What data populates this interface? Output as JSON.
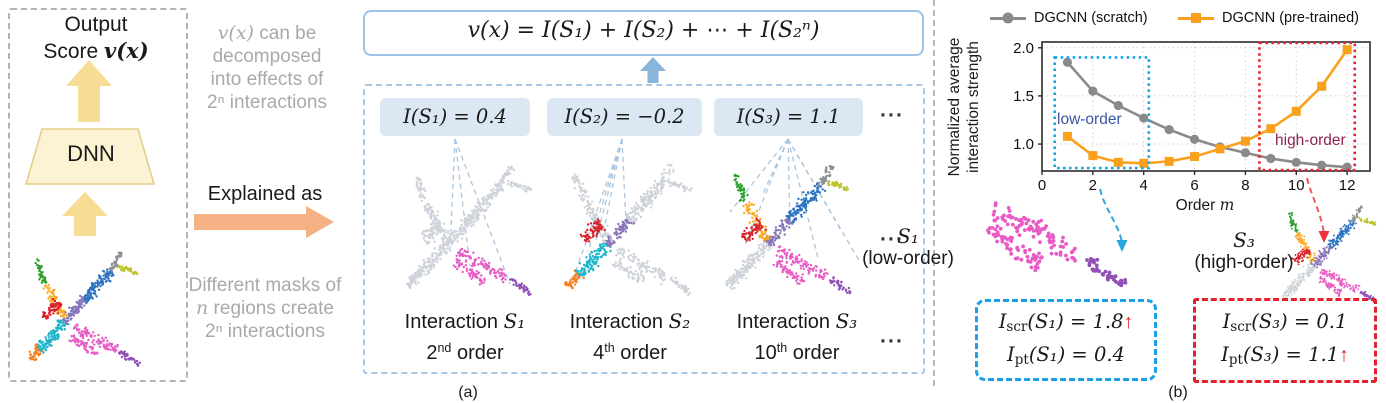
{
  "colors": {
    "orange": "#f58220",
    "cyan": "#21b6c9",
    "purple": "#8976ba",
    "blue": "#2e74c0",
    "red": "#d8242c",
    "yellow": "#fbaa1f",
    "green": "#2fa12e",
    "magenta": "#e85bc4",
    "violet": "#8f4fb5",
    "olive": "#bcc22e",
    "tailgray": "#8a9097",
    "lightgray": "#ced3da",
    "yellow_arrow": "#f7dc94",
    "trapezoid_fill": "#fcf3d5",
    "trapezoid_stroke": "#e3cb87",
    "orange_arrow": "#f4b183",
    "blue_arrow": "#8ab5da",
    "fan_line": "#aac6df",
    "connector_blue": "#2aa7e0",
    "connector_red": "#ef5661"
  },
  "panel_a": {
    "caption": "(a)",
    "output_line1": "Output",
    "output_line2_prefix": "Score ",
    "output_line2_math": "v(x)",
    "dnn": "DNN",
    "note_top_math": "v(x)",
    "note_top_rest": " can be",
    "note_top_l2": "decomposed",
    "note_top_l3": "into effects of",
    "note_top_l4": "2ⁿ interactions",
    "explained": "Explained as",
    "note_bottom_l1": "Different masks of",
    "note_bottom_l2_math": "n",
    "note_bottom_l2_rest": " regions create",
    "note_bottom_l3": "2ⁿ interactions",
    "formula": "v(x) = I(S₁) + I(S₂) + ⋯ + I(S₂ⁿ)",
    "ellipsis": "···",
    "interactions": [
      {
        "value": "I(S₁) = 0.4",
        "name_prefix": "Interaction ",
        "name_math": "S₁",
        "order_num": "2",
        "order_sup": "nd",
        "order_rest": " order"
      },
      {
        "value": "I(S₂) = −0.2",
        "name_prefix": "Interaction ",
        "name_math": "S₂",
        "order_num": "4",
        "order_sup": "th",
        "order_rest": " order"
      },
      {
        "value": "I(S₃) = 1.1",
        "name_prefix": "Interaction ",
        "name_math": "S₃",
        "order_num": "10",
        "order_sup": "th",
        "order_rest": " order"
      }
    ]
  },
  "chart_data": {
    "type": "line",
    "title": "",
    "ylabel_line1": "Normalized average",
    "ylabel_line2": "interaction strength",
    "xlabel_prefix": "Order ",
    "xlabel_math": "m",
    "x": [
      1,
      2,
      3,
      4,
      5,
      6,
      7,
      8,
      9,
      10,
      11,
      12
    ],
    "series": [
      {
        "name": "DGCNN (scratch)",
        "color": "#8a8a8a",
        "marker": "circle",
        "values": [
          1.85,
          1.55,
          1.4,
          1.27,
          1.15,
          1.05,
          0.97,
          0.91,
          0.85,
          0.81,
          0.78,
          0.76
        ]
      },
      {
        "name": "DGCNN (pre-trained)",
        "color": "#f9a11d",
        "marker": "square",
        "values": [
          1.08,
          0.88,
          0.81,
          0.8,
          0.82,
          0.87,
          0.95,
          1.03,
          1.16,
          1.34,
          1.6,
          1.98
        ]
      }
    ],
    "xlim": [
      0,
      12.9
    ],
    "ylim": [
      0.72,
      2.06
    ],
    "xticks": [
      0,
      2,
      4,
      6,
      8,
      10,
      12
    ],
    "yticks": [
      1.0,
      1.5,
      2.0
    ],
    "grid": true,
    "legend_position": "top",
    "annotations": [
      {
        "label": "low-order",
        "x0": 0.5,
        "x1": 4.2,
        "y0": 0.75,
        "y1": 1.9,
        "box_color": "#14a2e6",
        "label_color": "#3a57a7"
      },
      {
        "label": "high-order",
        "x0": 8.55,
        "x1": 12.3,
        "y0": 0.73,
        "y1": 2.05,
        "box_color": "#e5202e",
        "label_color": "#8c2256"
      }
    ]
  },
  "panel_b": {
    "caption": "(b)",
    "s1_math": "S₁",
    "s1_sub": "(low-order)",
    "s3_math": "S₃",
    "s3_sub": "(high-order)",
    "box_low": {
      "l1_I": "I",
      "l1_sub": "scr",
      "l1_rest": "(S₁) = 1.8",
      "l1_arrow": "↑",
      "l2_I": "I",
      "l2_sub": "pt",
      "l2_rest": "(S₁) = 0.4"
    },
    "box_high": {
      "l1_I": "I",
      "l1_sub": "scr",
      "l1_rest": "(S₃) = 0.1",
      "l2_I": "I",
      "l2_sub": "pt",
      "l2_rest": "(S₃) = 1.1",
      "l2_arrow": "↑"
    }
  }
}
